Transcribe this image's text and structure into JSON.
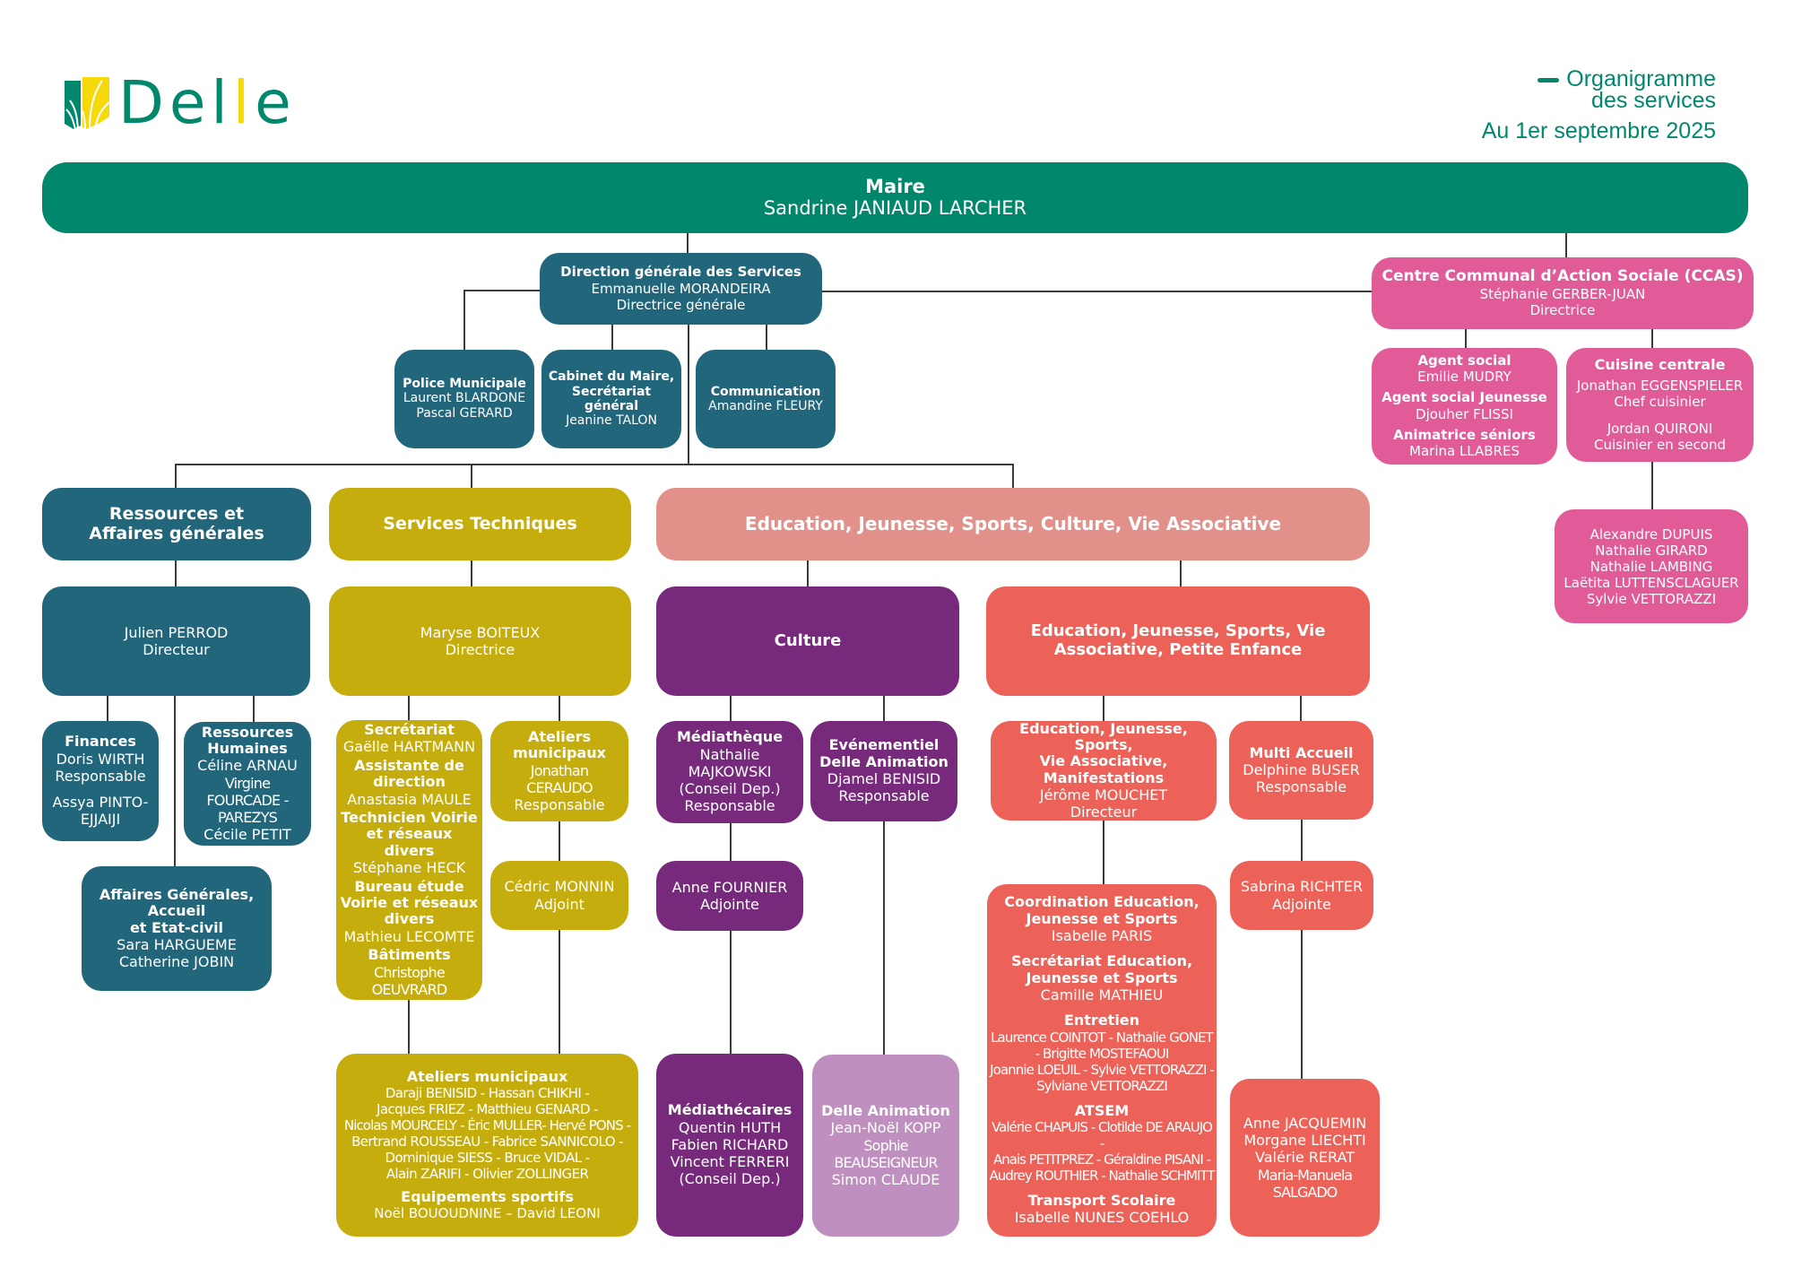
{
  "logo": {
    "text_part1": "Del",
    "text_part2": "l",
    "text_part3": "e",
    "full": "Delle"
  },
  "header": {
    "title_line1": "Organigramme",
    "title_line2": "des services",
    "date": "Au 1er septembre 2025"
  },
  "colors": {
    "maire": "#00876c",
    "direction": "#22667c",
    "ccas": "#e05b97",
    "services_techniques": "#c5ad0e",
    "education_pole": "#e2918a",
    "culture": "#772a7c",
    "delle_animation": "#bf8fbf",
    "education": "#ec6259"
  },
  "maire": {
    "title": "Maire",
    "name": "Sandrine JANIAUD LARCHER"
  },
  "dgs": {
    "title": "Direction générale des Services",
    "name": "Emmanuelle MORANDEIRA",
    "role": "Directrice générale"
  },
  "police": {
    "title": "Police Municipale",
    "names": [
      "Laurent BLARDONE",
      "Pascal GERARD"
    ]
  },
  "cabinet": {
    "title_line1": "Cabinet du Maire,",
    "title_line2": "Secrétariat général",
    "name": "Jeanine TALON"
  },
  "communication": {
    "title": "Communication",
    "name": "Amandine FLEURY"
  },
  "ccas": {
    "title": "Centre Communal d’Action Sociale (CCAS)",
    "name": "Stéphanie GERBER-JUAN",
    "role": "Directrice",
    "agents": [
      {
        "title": "Agent social",
        "name": "Emilie MUDRY"
      },
      {
        "title": "Agent social Jeunesse",
        "name": "Djouher FLISSI"
      },
      {
        "title": "Animatrice séniors",
        "name": "Marina LLABRES"
      }
    ],
    "cuisine": {
      "title": "Cuisine centrale",
      "chef_name": "Jonathan EGGENSPIELER",
      "chef_role": "Chef cuisinier",
      "second_name": "Jordan QUIRONI",
      "second_role": "Cuisinier en second"
    },
    "cuisine_staff": [
      "Alexandre DUPUIS",
      "Nathalie GIRARD",
      "Nathalie LAMBING",
      "Laëtita LUTTENSCLAGUER",
      "Sylvie VETTORAZZI"
    ]
  },
  "ressources": {
    "title_line1": "Ressources et",
    "title_line2": "Affaires générales",
    "director_name": "Julien PERROD",
    "director_role": "Directeur",
    "finances": {
      "title": "Finances",
      "name1": "Doris WIRTH",
      "role1": "Responsable",
      "name2_line1": "Assya PINTO-",
      "name2_line2": "EJJAIJI"
    },
    "rh": {
      "title_line1": "Ressources",
      "title_line2": "Humaines",
      "name1": "Céline ARNAU",
      "name2_line1": "Virgine FOURCADE -",
      "name2_line2": "PAREZYS",
      "name3": "Cécile PETIT"
    },
    "affaires": {
      "title_line1": "Affaires Générales,",
      "title_line2": "Accueil",
      "title_line3": "et Etat-civil",
      "names": [
        "Sara HARGUEME",
        "Catherine JOBIN"
      ]
    }
  },
  "services_techniques": {
    "title": "Services Techniques",
    "director_name": "Maryse BOITEUX",
    "director_role": "Directrice",
    "secretariat": [
      {
        "title": "Secrétariat",
        "name": "Gaëlle HARTMANN"
      },
      {
        "title": "Assistante de direction",
        "name": "Anastasia MAULE"
      },
      {
        "title": "Technicien Voirie et réseaux divers",
        "name": "Stéphane HECK"
      },
      {
        "title": "Bureau étude Voirie et réseaux divers",
        "name": "Mathieu LECOMTE"
      },
      {
        "title": "Bâtiments",
        "name": "Christophe OEUVRARD"
      }
    ],
    "ateliers_resp": {
      "title_line1": "Ateliers",
      "title_line2": "municipaux",
      "name": "Jonathan CERAUDO",
      "role": "Responsable"
    },
    "ateliers_adjoint": {
      "name": "Cédric MONNIN",
      "role": "Adjoint"
    },
    "ateliers_team": {
      "title": "Ateliers municipaux",
      "lines": [
        "Daraji BENISID - Hassan CHIKHI -",
        "Jacques FRIEZ - Matthieu GENARD -",
        "Nicolas MOURCELY - Éric MULLER-  Hervé PONS -",
        "Bertrand ROUSSEAU - Fabrice SANNICOLO -",
        "Dominique SIESS - Bruce VIDAL -",
        "Alain ZARIFI - Olivier ZOLLINGER"
      ],
      "equip_title": "Equipements sportifs",
      "equip_names": "Noël BOUOUDNINE – David LEONI"
    }
  },
  "education_pole": {
    "title": "Education, Jeunesse, Sports, Culture, Vie Associative"
  },
  "culture": {
    "title": "Culture",
    "mediatheque": {
      "title": "Médiathèque",
      "lines": [
        "Nathalie",
        "MAJKOWSKI",
        "(Conseil Dep.)",
        "Responsable"
      ]
    },
    "evenementiel": {
      "title_line1": "Evénementiel",
      "title_line2": "Delle Animation",
      "name": "Djamel BENISID",
      "role": "Responsable"
    },
    "adjointe": {
      "name": "Anne FOURNIER",
      "role": "Adjointe"
    },
    "mediathecaires": {
      "title": "Médiathécaires",
      "lines": [
        "Quentin HUTH",
        "Fabien RICHARD",
        "Vincent FERRERI",
        "(Conseil Dep.)"
      ]
    },
    "delle_animation": {
      "title": "Delle Animation",
      "lines": [
        "Jean-Noël KOPP",
        "Sophie BEAUSEIGNEUR",
        "Simon CLAUDE"
      ]
    }
  },
  "education": {
    "title_line1": "Education, Jeunesse, Sports, Vie",
    "title_line2": "Associative, Petite Enfance",
    "ejsvam": {
      "title_lines": [
        "Education, Jeunesse, Sports,",
        "Vie Associative,",
        "Manifestations"
      ],
      "name": "Jérôme MOUCHET",
      "role": "Directeur"
    },
    "multi_accueil": {
      "title": "Multi Accueil",
      "name": "Delphine BUSER",
      "role": "Responsable"
    },
    "multi_adjointe": {
      "name": "Sabrina RICHTER",
      "role": "Adjointe"
    },
    "coordination": [
      {
        "title_lines": [
          "Coordination Education,",
          "Jeunesse et Sports"
        ],
        "name_lines": [
          "Isabelle PARIS"
        ]
      },
      {
        "title_lines": [
          "Secrétariat Education,",
          "Jeunesse et Sports"
        ],
        "name_lines": [
          "Camille MATHIEU"
        ]
      },
      {
        "title_lines": [
          "Entretien"
        ],
        "name_lines": [
          "Laurence COINTOT - Nathalie GONET",
          "- Brigitte MOSTEFAOUI",
          "Joannie LOEUIL - Sylvie VETTORAZZI -",
          "Sylviane VETTORAZZI"
        ]
      },
      {
        "title_lines": [
          "ATSEM"
        ],
        "name_lines": [
          "Valérie CHAPUIS - Clotilde DE ARAUJO -",
          "Anais PETITPREZ -  Géraldine PISANI -",
          "Audrey ROUTHIER  - Nathalie SCHMITT"
        ]
      },
      {
        "title_lines": [
          "Transport Scolaire"
        ],
        "name_lines": [
          "Isabelle NUNES COEHLO"
        ]
      }
    ],
    "multi_team": [
      "Anne JACQUEMIN",
      "Morgane LIECHTI",
      "Valérie RERAT",
      "Maria-Manuela SALGADO"
    ]
  }
}
